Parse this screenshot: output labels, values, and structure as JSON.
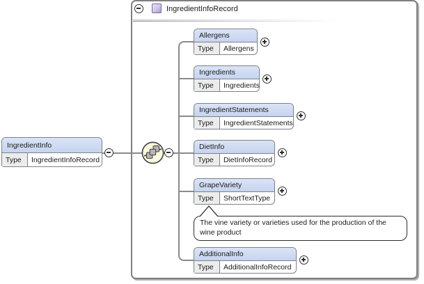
{
  "record": {
    "title": "IngredientInfoRecord"
  },
  "root": {
    "name": "IngredientInfo",
    "type_label": "Type",
    "type_value": "IngredientInfoRecord"
  },
  "compositor": "sequence",
  "children": [
    {
      "name": "Allergens",
      "type_label": "Type",
      "type_value": "Allergens"
    },
    {
      "name": "Ingredients",
      "type_label": "Type",
      "type_value": "Ingredients"
    },
    {
      "name": "IngredientStatements",
      "type_label": "Type",
      "type_value": "IngredientStatements"
    },
    {
      "name": "DietInfo",
      "type_label": "Type",
      "type_value": "DietInfoRecord"
    },
    {
      "name": "GrapeVariety",
      "type_label": "Type",
      "type_value": "ShortTextType"
    },
    {
      "name": "AdditionalInfo",
      "type_label": "Type",
      "type_value": "AdditionalInfoRecord"
    }
  ],
  "annotation": {
    "text": "The vine variety or varieties used for the production of the wine product"
  },
  "icons": {
    "collapse": "minus-circle",
    "expand": "plus-circle",
    "record_type": "complex-type-square",
    "compositor": "sequence-steps",
    "annotation_pointer": "callout-triangle"
  },
  "colors": {
    "element_header": "#ccd8f0",
    "type_cell": "#ececec",
    "box_border": "#7b828c",
    "panel_border": "#7f7f7f",
    "connector": "#8a8a8a",
    "compositor_fill": "#fbf8e0",
    "record_icon": "#bfaedb"
  }
}
